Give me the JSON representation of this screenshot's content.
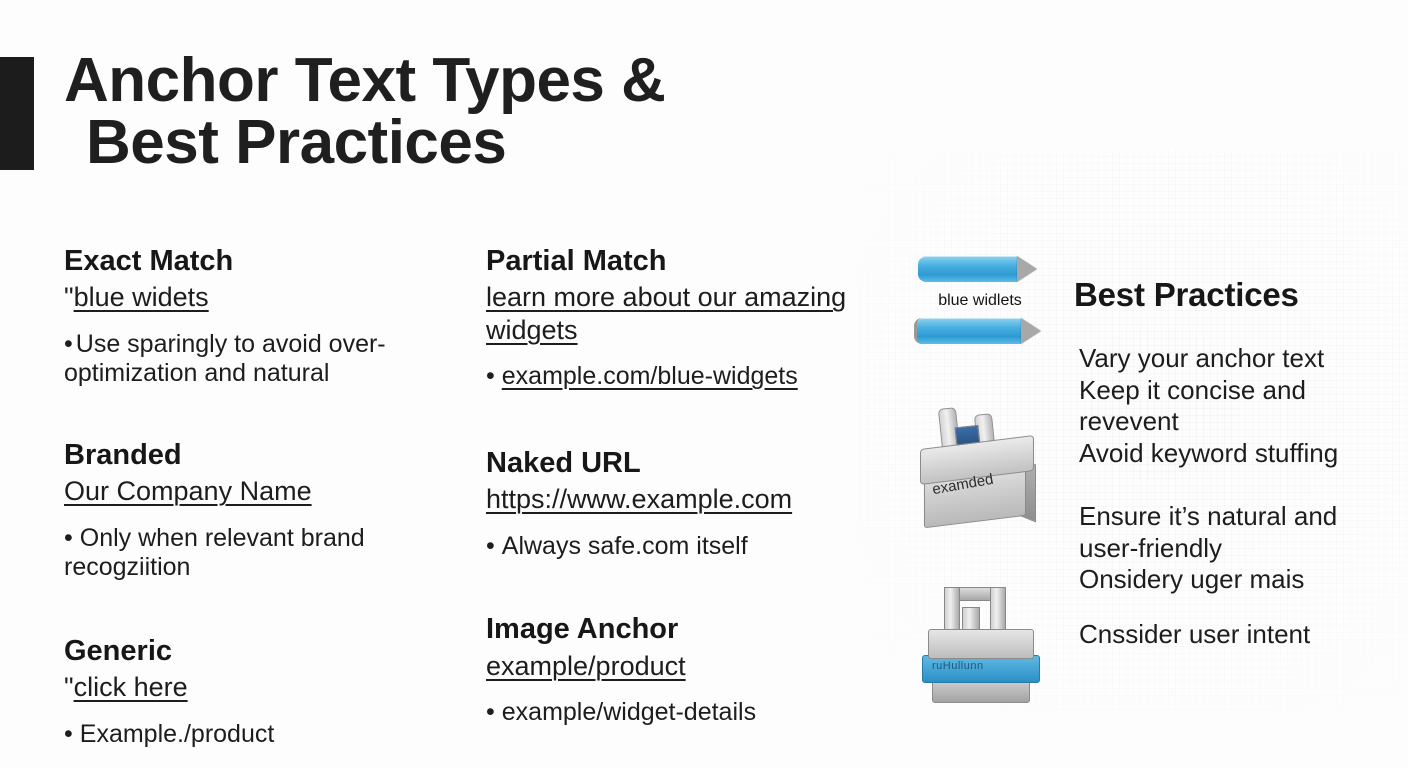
{
  "slide": {
    "title_line1": "Anchor Text Types &",
    "title_line2": "Best Practices",
    "accent_color": "#1c1c1c",
    "background_color": "#fdfdfd"
  },
  "columns": {
    "left": [
      {
        "heading": "Exact Match",
        "anchor_prefix": "\"",
        "anchor": "blue widets",
        "note_bullet": "•",
        "note": "Use sparingly to avoid over-optimization and natural"
      },
      {
        "heading": "Branded",
        "anchor_prefix": "",
        "anchor": "Our Company Name",
        "note_bullet": "•",
        "note": "Only when relevant brand recogziition"
      },
      {
        "heading": "Generic",
        "anchor_prefix": "\"",
        "anchor": "click here",
        "note_bullet": "•",
        "note": "Example./product"
      }
    ],
    "middle": [
      {
        "heading": "Partial Match",
        "anchor_prefix": "",
        "anchor": "learn more about our amazing widgets",
        "note_bullet": "•",
        "note": "example.com/blue-widgets",
        "note_underlined": true
      },
      {
        "heading": "Naked URL",
        "anchor_prefix": "",
        "anchor": "https://www.example.com",
        "note_bullet": "•",
        "note": "Always safe.com itself",
        "note_underlined": false
      },
      {
        "heading": "Image Anchor",
        "anchor_prefix": "",
        "anchor": "example/product",
        "note_bullet": "•",
        "note": "example/widget-details",
        "note_underlined": false
      }
    ]
  },
  "best_practices": {
    "title": "Best Practices",
    "group1": [
      "Vary your anchor text",
      "Keep it concise and revevent",
      "Avoid keyword stuffing"
    ],
    "group2": [
      "Ensure it’s natural and",
      "user-friendly",
      "Onsidery uger mais"
    ],
    "group3": [
      "Cnssider user intent"
    ]
  },
  "illustrations": {
    "pencils": {
      "name": "blue-pencil-pair",
      "label": "blue widlets",
      "accent": "#46aee0"
    },
    "toolbox": {
      "name": "grey-toolbox",
      "label": "examded",
      "accent": "#3a6ea5"
    },
    "cube": {
      "name": "banded-cube",
      "label": "ruHullunn",
      "accent": "#2b8fc6"
    }
  }
}
